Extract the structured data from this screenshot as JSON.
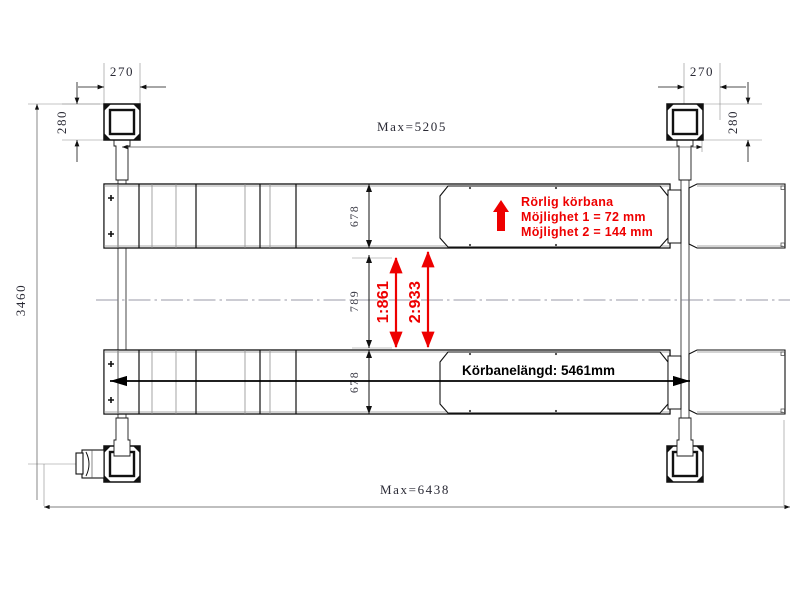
{
  "drawing": {
    "type": "four-post-vehicle-lift-plan-view",
    "title_absent": true,
    "background_color": "#ffffff",
    "line_color": "#000000",
    "accent_color": "#ee0000",
    "dim_text_color": "#2a2a35"
  },
  "dimensions": {
    "top_left_width": "270",
    "top_right_width": "270",
    "top_left_height": "280",
    "top_right_height": "280",
    "overall_width_top": "Max=5205",
    "overall_width_bottom": "Max=6438",
    "overall_height_left": "3460",
    "upper_runway_width": "678",
    "lower_runway_width": "678",
    "inner_gap_width": "789"
  },
  "red_annotations": {
    "heading": "Rörlig körbana",
    "line1": "Möjlighet 1  = 72 mm",
    "line2": "Möjlighet 2 = 144 mm",
    "arrow_icon": "up-arrow-icon",
    "center_dim_1": "1:861",
    "center_dim_2": "2:933"
  },
  "black_annotations": {
    "runway_length_label": "Körbanelängd: 5461mm"
  }
}
